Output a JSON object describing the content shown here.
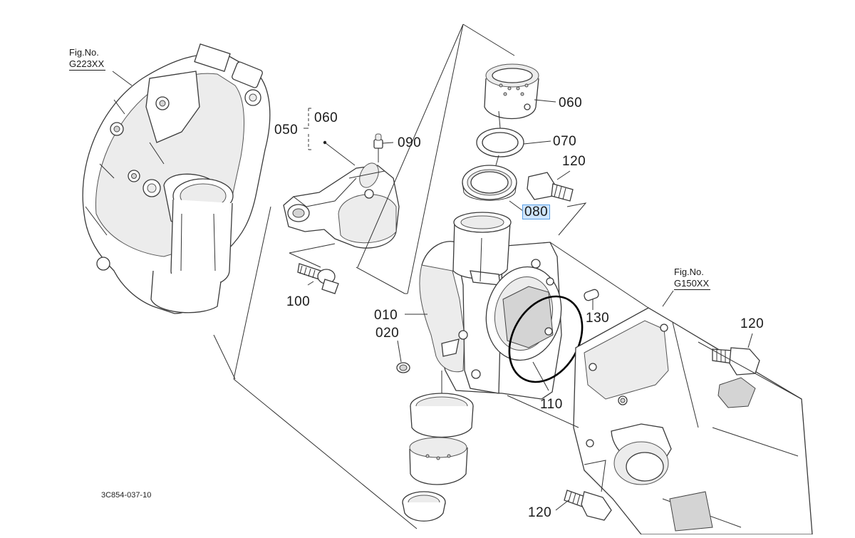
{
  "diagram": {
    "fig_refs": [
      {
        "id": "left",
        "prefix": "Fig.No.",
        "code": "G223XX"
      },
      {
        "id": "right",
        "prefix": "Fig.No.",
        "code": "G150XX"
      }
    ],
    "callouts": {
      "c050": "050",
      "c060_group": "060",
      "c090": "090",
      "c100": "100",
      "c060": "060",
      "c070": "070",
      "c120_top": "120",
      "c080": "080",
      "c010": "010",
      "c020": "020",
      "c130": "130",
      "c110": "110",
      "c120_right": "120",
      "c120_bottom": "120"
    },
    "selected_callout": "080",
    "drawing_number": "3C854-037-10"
  },
  "colors": {
    "highlight_bg": "#cfe6ff",
    "highlight_border": "#5aa0e6",
    "oring": "#000000"
  }
}
